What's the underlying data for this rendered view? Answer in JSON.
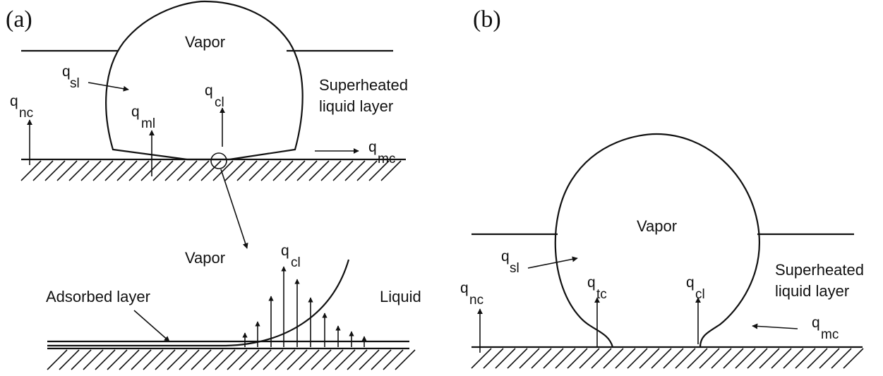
{
  "panel_a": {
    "label": "(a)",
    "vapor": "Vapor",
    "superheated_1": "Superheated",
    "superheated_2": "liquid layer",
    "q_sl": {
      "q": "q",
      "sub": "sl"
    },
    "q_nc": {
      "q": "q",
      "sub": "nc"
    },
    "q_ml": {
      "q": "q",
      "sub": "ml"
    },
    "q_cl": {
      "q": "q",
      "sub": "cl"
    },
    "q_mc": {
      "q": "q",
      "sub": "mc"
    },
    "detail": {
      "vapor": "Vapor",
      "liquid": "Liquid",
      "adsorbed": "Adsorbed layer",
      "q_cl": {
        "q": "q",
        "sub": "cl"
      }
    }
  },
  "panel_b": {
    "label": "(b)",
    "vapor": "Vapor",
    "superheated_1": "Superheated",
    "superheated_2": "liquid layer",
    "q_sl": {
      "q": "q",
      "sub": "sl"
    },
    "q_nc": {
      "q": "q",
      "sub": "nc"
    },
    "q_tc": {
      "q": "q",
      "sub": "tc"
    },
    "q_cl": {
      "q": "q",
      "sub": "cl"
    },
    "q_mc": {
      "q": "q",
      "sub": "mc"
    }
  }
}
